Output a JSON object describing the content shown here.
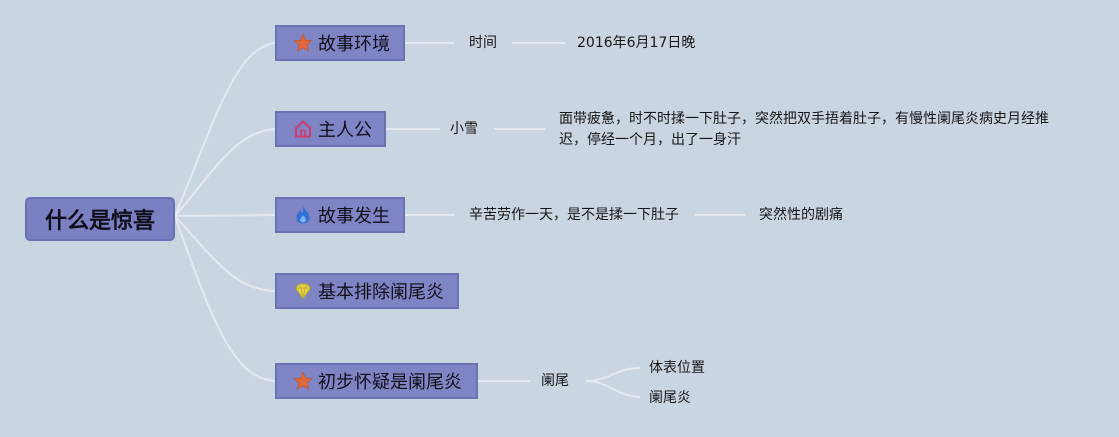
{
  "root": {
    "label": "什么是惊喜"
  },
  "branches": [
    {
      "label": "故事环境",
      "icon": "star-icon",
      "children": [
        {
          "label": "时间",
          "children": [
            {
              "label": "2016年6月17日晚"
            }
          ]
        }
      ]
    },
    {
      "label": "主人公",
      "icon": "home-icon",
      "children": [
        {
          "label": "小雪",
          "children": [
            {
              "label": "面带疲惫，时不时揉一下肚子，突然把双手捂着肚子，有慢性阑尾炎病史月经推迟，停经一个月，出了一身汗"
            }
          ]
        }
      ]
    },
    {
      "label": "故事发生",
      "icon": "flame-icon",
      "children": [
        {
          "label": "辛苦劳作一天，是不是揉一下肚子",
          "children": [
            {
              "label": "突然性的剧痛"
            }
          ]
        }
      ]
    },
    {
      "label": "基本排除阑尾炎",
      "icon": "diamond-icon",
      "children": []
    },
    {
      "label": "初步怀疑是阑尾炎",
      "icon": "star-icon",
      "children": [
        {
          "label": "阑尾",
          "children": [
            {
              "label": "体表位置"
            },
            {
              "label": "阑尾炎"
            }
          ]
        }
      ]
    }
  ],
  "colors": {
    "background": "#c9d6e2",
    "node_fill": "#7f84c5",
    "connector": "#e4e9ef",
    "star": "#e0683a",
    "home": "#cf3b6e",
    "flame": "#2f6fd6",
    "diamond": "#e3d34a"
  }
}
